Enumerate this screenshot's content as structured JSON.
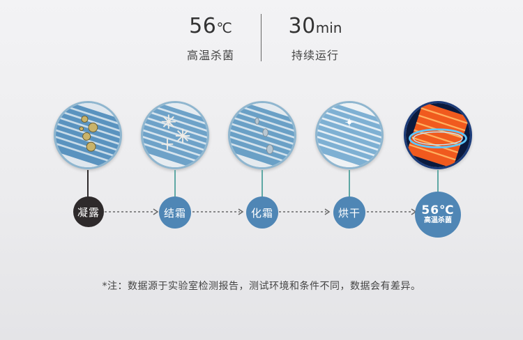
{
  "stats": {
    "temperature": {
      "value": "56",
      "unit": "℃",
      "label": "高温杀菌"
    },
    "duration": {
      "value": "30",
      "unit": "min",
      "label": "持续运行"
    }
  },
  "stages": [
    {
      "label": "凝露",
      "icon": "condensation-fins-icon",
      "color": "#2e2a2b"
    },
    {
      "label": "结霜",
      "icon": "frost-fins-icon",
      "color": "#4f86b5"
    },
    {
      "label": "化霜",
      "icon": "defrost-fins-icon",
      "color": "#4f86b5"
    },
    {
      "label": "烘干",
      "icon": "drying-fins-icon",
      "color": "#4f86b5"
    },
    {
      "label_big": "56℃",
      "label_small": "高温杀菌",
      "icon": "heated-sterilization-icon",
      "color": "#4f86b5"
    }
  ],
  "colors": {
    "stem_dark": "#2e2a2b",
    "stem_teal": "#5ea8a4",
    "arrow": "#666666"
  },
  "note": "*注：数据源于实验室检测报告，测试环境和条件不同，数据会有差异。"
}
